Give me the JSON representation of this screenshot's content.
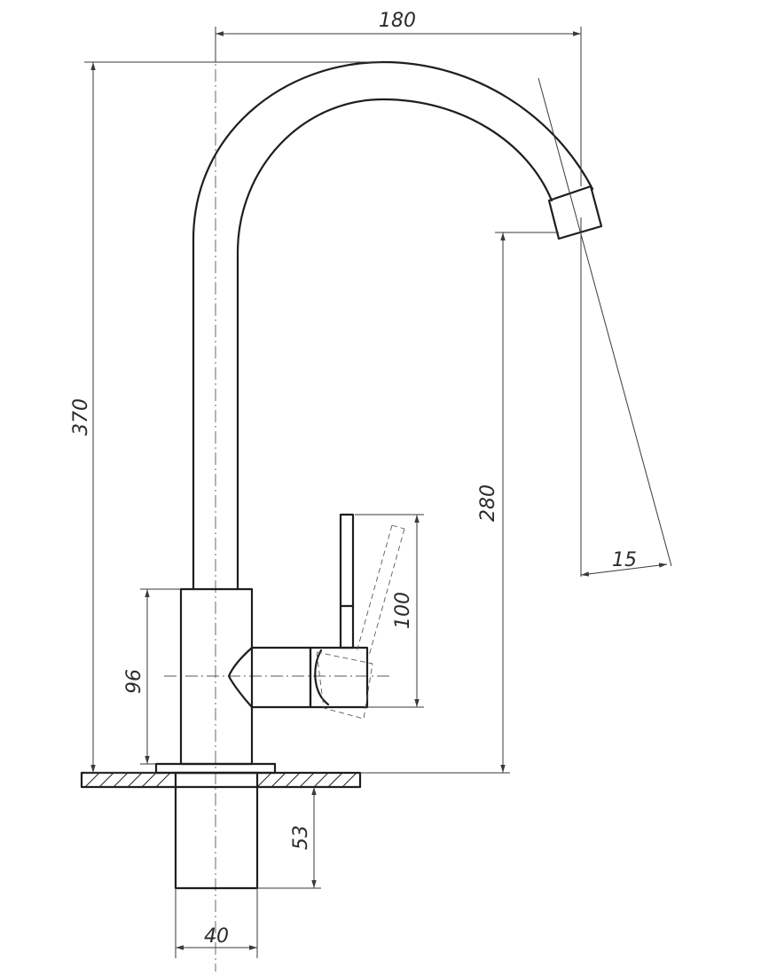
{
  "drawing": {
    "dimensions": {
      "total_width": "180",
      "total_height": "370",
      "spout_height": "280",
      "spout_angle": "15",
      "handle_height": "100",
      "body_height": "96",
      "shank_length": "53",
      "shank_diameter": "40"
    }
  }
}
